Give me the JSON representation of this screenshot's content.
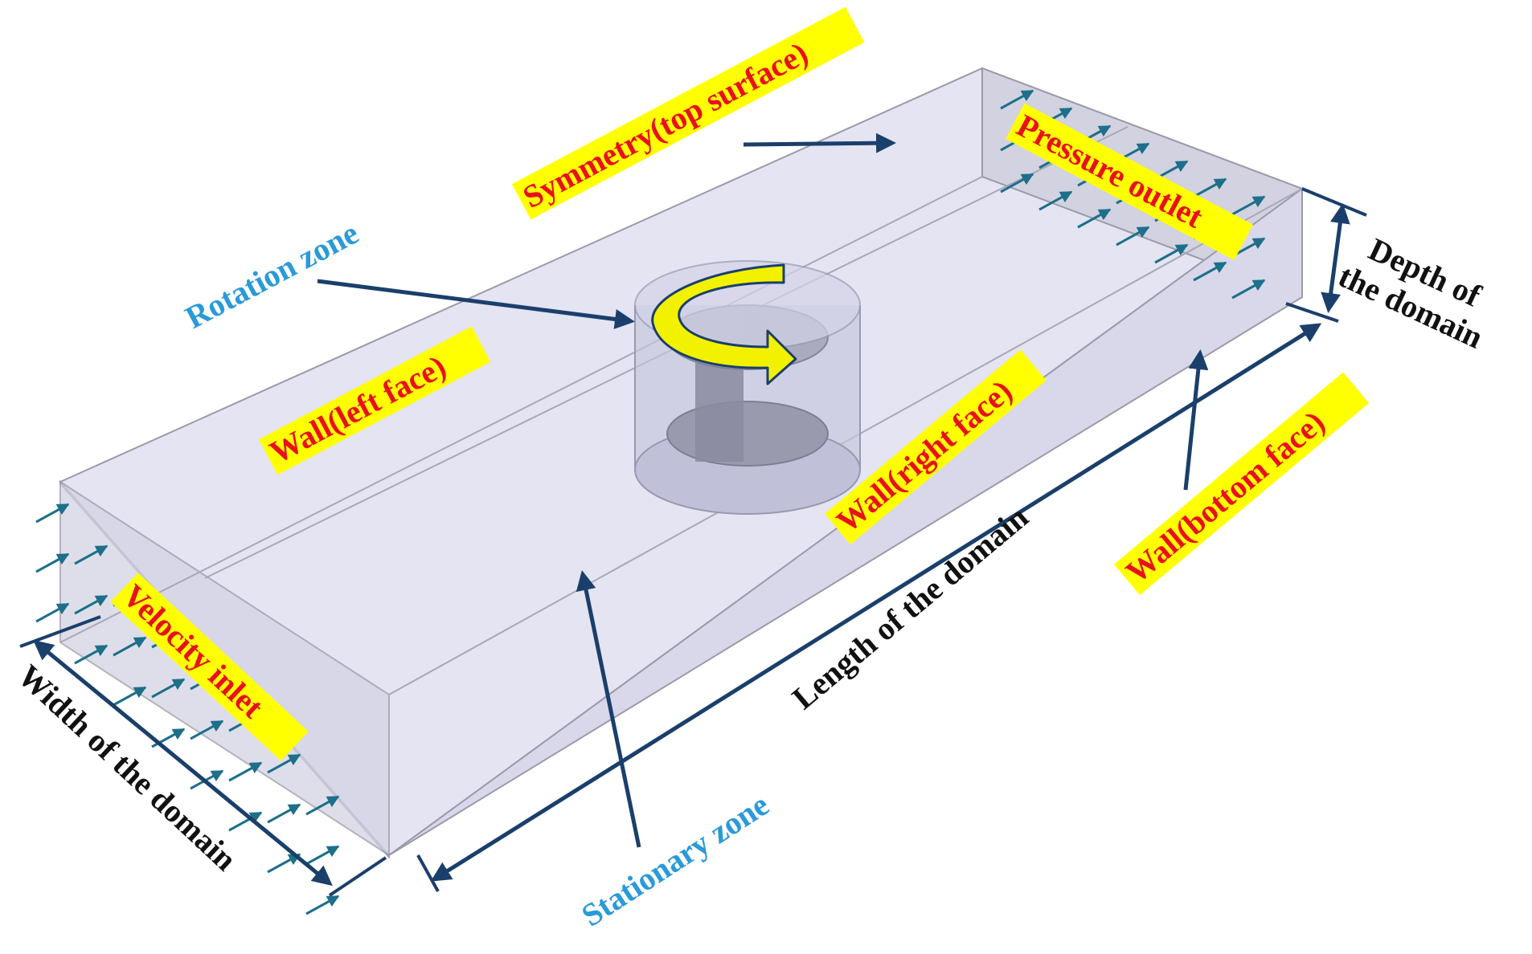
{
  "labels": {
    "symmetry": "Symmetry(top surface)",
    "pressure_outlet": "Pressure outlet",
    "rotation_zone": "Rotation zone",
    "wall_left": "Wall(left face)",
    "wall_right": "Wall(right face)",
    "wall_bottom": "Wall(bottom face)",
    "velocity_inlet": "Velocity inlet",
    "stationary_zone": "Stationary zone",
    "length": "Length of the domain",
    "width": "Width of the domain",
    "depth_line1": "Depth of",
    "depth_line2": "the domain"
  },
  "colors": {
    "highlight": "#ffff00",
    "boundary_text": "#e8111b",
    "zone_text": "#2a9ad8",
    "dimension_text": "#111111",
    "arrow_navy": "#1b3f6b",
    "flow_arrow": "#1d6f8a",
    "domain_face": "#dcdcf0",
    "rotation_arrow": "#f2f200"
  }
}
